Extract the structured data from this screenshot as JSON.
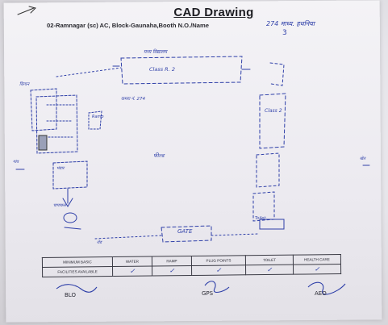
{
  "document": {
    "title": "CAD Drawing",
    "subtitle": "02-Ramnagar (sc) AC, Block-Gaunaha,Booth N.O./Name",
    "booth_handwritten": "274 माध्य. हथनिया",
    "booth_number": "3"
  },
  "sketch_labels": {
    "building_top": "मध्य विद्यालय",
    "class_top": "Class R. 2",
    "class_right": "Class 2",
    "room_label": "कमरा नं. 274",
    "field": "फील्ड",
    "gate": "GATE",
    "ramp": "Ramp",
    "toilet": "Toilet",
    "kitchen": "किचन",
    "handpump": "चापाकल",
    "store": "भंडार",
    "side_left": "गांव",
    "side_right": "खेत",
    "road": "रोड"
  },
  "summary_table": {
    "headers": [
      "Minimum Basic",
      "Water",
      "Ramp",
      "Plug Points",
      "Toilet",
      "Health Care"
    ],
    "row_label": "Facilities Available",
    "marks": [
      "✓",
      "✓",
      "✓",
      "✓",
      "✓"
    ]
  },
  "signatures": {
    "left": "BLO",
    "middle": "GPS",
    "right": "AEO"
  }
}
